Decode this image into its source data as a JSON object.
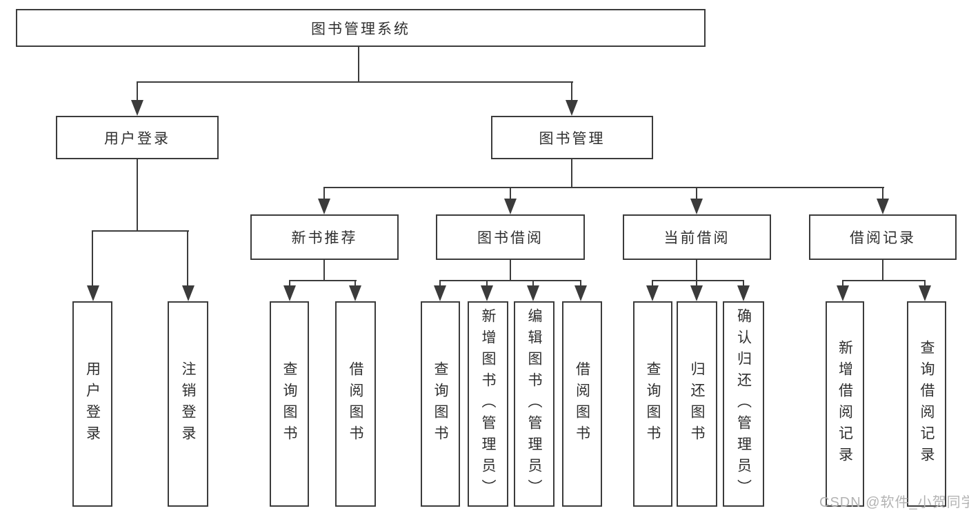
{
  "colors": {
    "background": "#ffffff",
    "line": "#3b3b3b",
    "box_border": "#3b3b3b",
    "text": "#2f2f2f",
    "watermark": "#b3b3b3"
  },
  "watermark": {
    "text": "CSDN @软件_小贺同学"
  },
  "tree": {
    "root": {
      "label": "图书管理系统"
    },
    "branches": [
      {
        "label": "用户登录",
        "children": [
          {
            "label": "用户登录"
          },
          {
            "label": "注销登录"
          }
        ]
      },
      {
        "label": "图书管理",
        "children": [
          {
            "label": "新书推荐",
            "children": [
              {
                "label": "查询图书"
              },
              {
                "label": "借阅图书"
              }
            ]
          },
          {
            "label": "图书借阅",
            "children": [
              {
                "label": "查询图书"
              },
              {
                "label": "新增图书（管理员）"
              },
              {
                "label": "编辑图书（管理员）"
              },
              {
                "label": "借阅图书"
              }
            ]
          },
          {
            "label": "当前借阅",
            "children": [
              {
                "label": "查询图书"
              },
              {
                "label": "归还图书"
              },
              {
                "label": "确认归还（管理员）"
              }
            ]
          },
          {
            "label": "借阅记录",
            "children": [
              {
                "label": "新增借阅记录"
              },
              {
                "label": "查询借阅记录"
              }
            ]
          }
        ]
      }
    ]
  }
}
